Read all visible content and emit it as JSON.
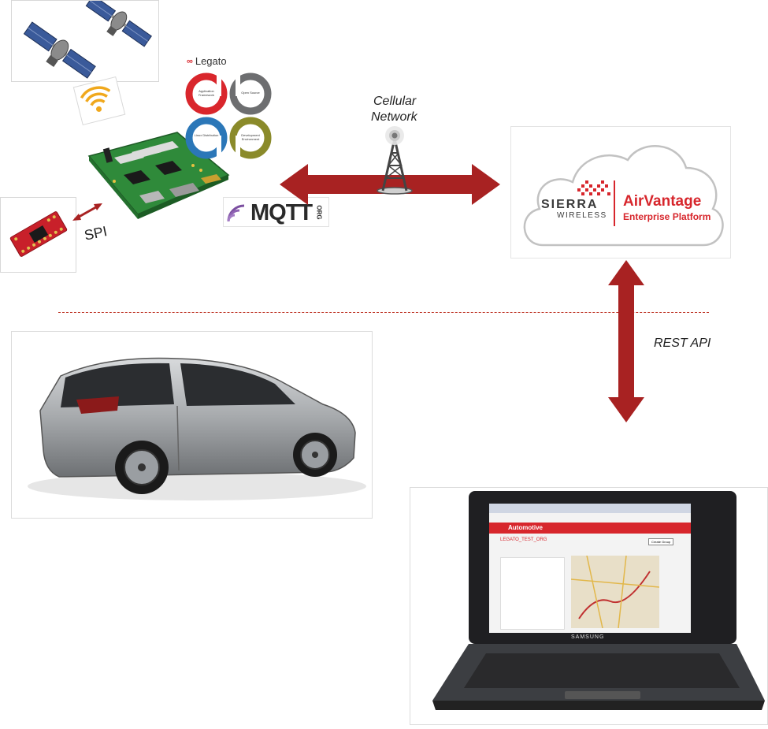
{
  "labels": {
    "cellular_line1": "Cellular",
    "cellular_line2": "Network",
    "spi": "SPI",
    "rest_api": "REST API"
  },
  "legato": {
    "brand": "Legato",
    "quadrants": [
      "Application Framework",
      "Open Source",
      "Linux Distribution",
      "Development Environment"
    ]
  },
  "mqtt": {
    "text": "MQTT",
    "suffix": "ORG"
  },
  "cloud": {
    "sierra_line1": "SIERRA",
    "sierra_line2": "WIRELESS",
    "product": "AirVantage",
    "subtitle": "Enterprise Platform"
  },
  "laptop": {
    "brand": "SAMSUNG",
    "app_title": "Automotive",
    "org_name": "LEGATO_TEST_ORG",
    "button": "Create Group"
  },
  "colors": {
    "arrow_red": "#a82222",
    "divider_red": "#c0392b",
    "sierra_red": "#d7262c",
    "legato_red": "#d9262c",
    "legato_gray": "#6d6e70",
    "legato_blue": "#2b77b8",
    "legato_olive": "#8a8a2a"
  }
}
